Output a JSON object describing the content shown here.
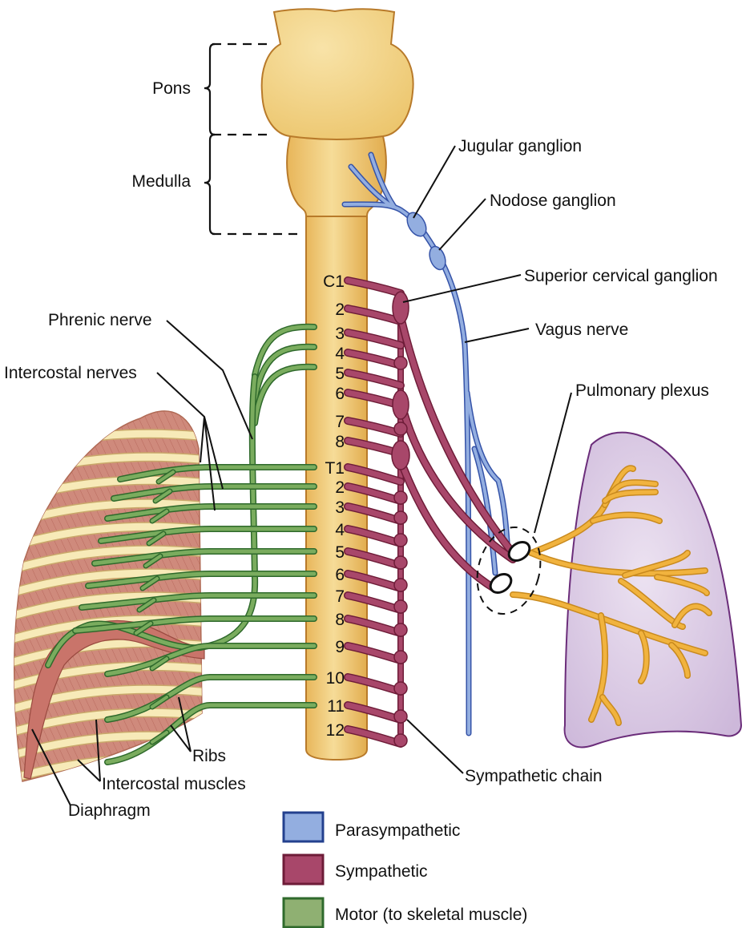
{
  "figure": {
    "brainstem": {
      "pons_label": "Pons",
      "medulla_label": "Medulla"
    },
    "spinal_levels": {
      "cervical": [
        "C1",
        "2",
        "3",
        "4",
        "5",
        "6",
        "7",
        "8"
      ],
      "thoracic": [
        "T1",
        "2",
        "3",
        "4",
        "5",
        "6",
        "7",
        "8",
        "9",
        "10",
        "11",
        "12"
      ]
    },
    "labels": {
      "jugular_ganglion": "Jugular ganglion",
      "nodose_ganglion": "Nodose ganglion",
      "superior_cervical_ganglion": "Superior cervical ganglion",
      "vagus_nerve": "Vagus nerve",
      "pulmonary_plexus": "Pulmonary plexus",
      "phrenic_nerve": "Phrenic nerve",
      "intercostal_nerves": "Intercostal nerves",
      "ribs": "Ribs",
      "intercostal_muscles": "Intercostal muscles",
      "diaphragm": "Diaphragm",
      "sympathetic_chain": "Sympathetic chain"
    },
    "legend": [
      {
        "key": "parasympathetic",
        "label": "Parasympathetic",
        "fill": "#93aee0",
        "stroke": "#23408e"
      },
      {
        "key": "sympathetic",
        "label": "Sympathetic",
        "fill": "#a8476a",
        "stroke": "#6e1c38"
      },
      {
        "key": "motor",
        "label": "Motor (to skeletal muscle)",
        "fill": "#8fb072",
        "stroke": "#2f6a2c"
      }
    ],
    "colors": {
      "spinal_cord": "#f2cc7a",
      "spinal_cord_outline": "#b87a2a",
      "parasympathetic": "#93aee0",
      "parasympathetic_outline": "#3553a8",
      "sympathetic": "#a8476a",
      "sympathetic_outline": "#6e1c38",
      "motor": "#7aac5e",
      "motor_outline": "#2f6a2c",
      "muscle": "#cf8a7c",
      "rib": "#f7eab8",
      "lung": "#ddcfe6",
      "lung_outline": "#6b2d7a",
      "airway": "#f1b33e"
    }
  }
}
